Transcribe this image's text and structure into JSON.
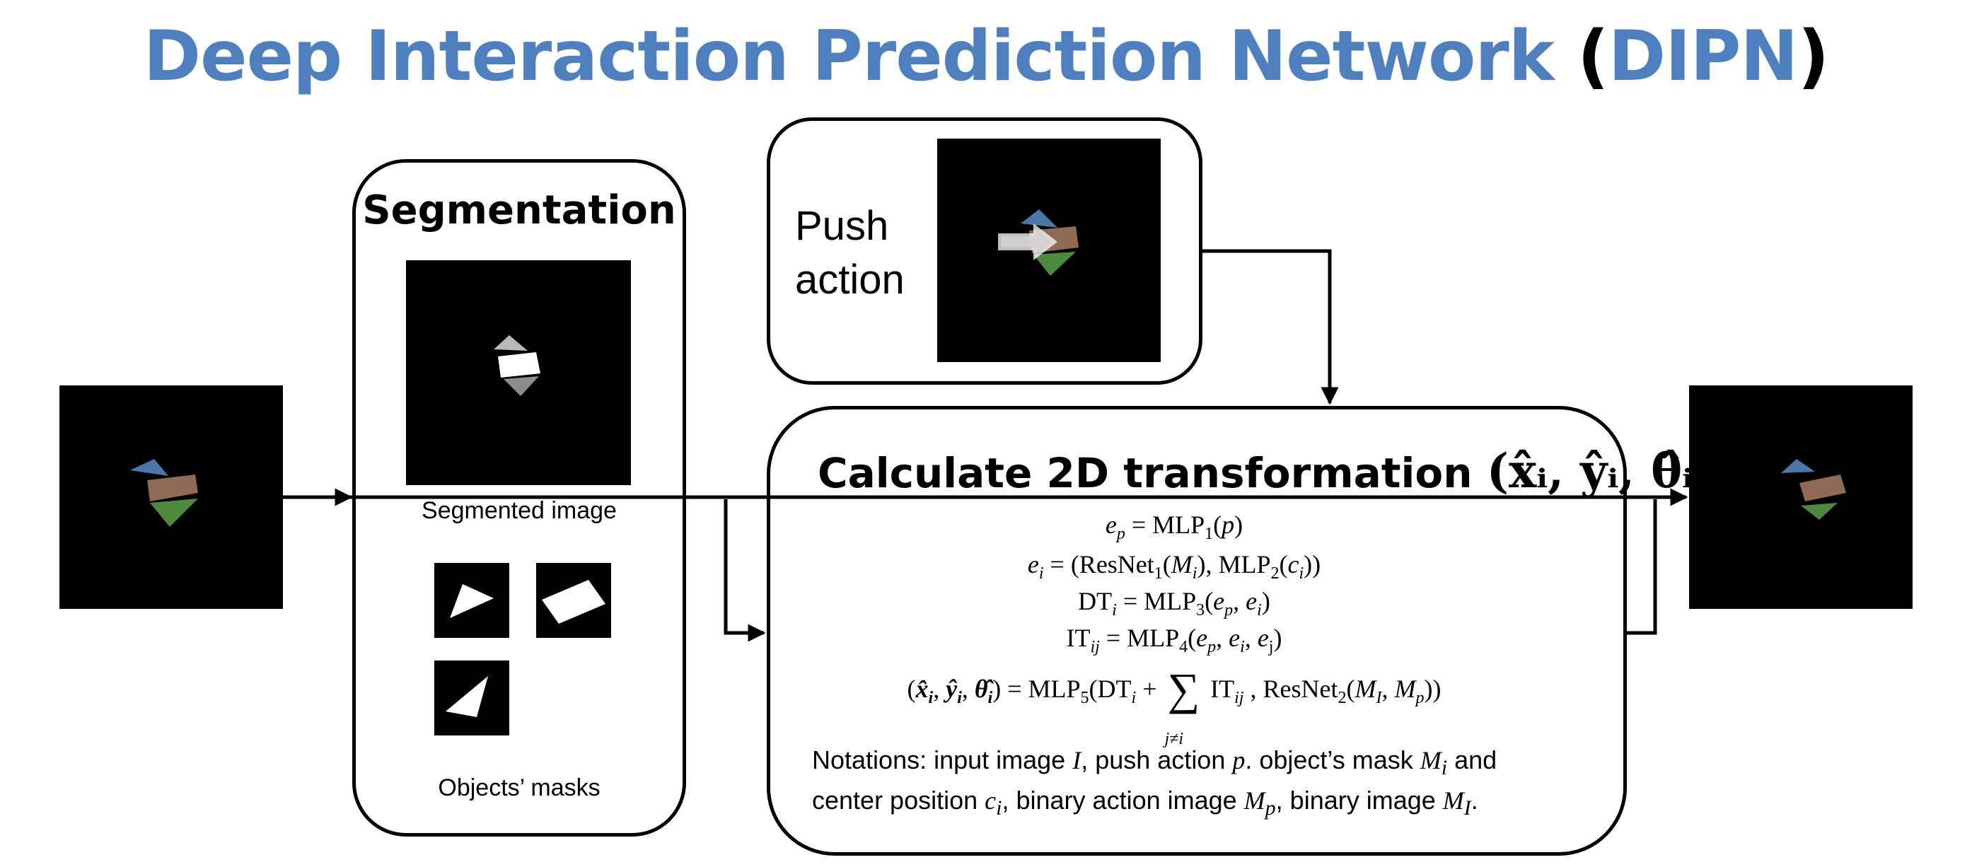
{
  "title": {
    "main": "Deep Interaction Prediction Network",
    "open_paren": "(",
    "abbrev": "DIPN",
    "close_paren": ")"
  },
  "colors": {
    "title_blue": "#4e7fbe",
    "object_blue": "#4a77a8",
    "object_brown": "#8f6a55",
    "object_green": "#4d8a3e"
  },
  "segmentation": {
    "title": "Segmentation",
    "segmented_caption": "Segmented image",
    "masks_caption": "Objects’ masks"
  },
  "push": {
    "label_line1": "Push",
    "label_line2": "action"
  },
  "calculate": {
    "title": "Calculate 2D transformation",
    "symbols": "(x̂ᵢ, ŷᵢ, θ̂ᵢ)",
    "equations": {
      "eq1": "e_p = MLP_1(p)",
      "eq2": "e_i = (ResNet_1(M_i), MLP_2(c_i))",
      "eq3": "DT_i = MLP_3(e_p, e_i)",
      "eq4": "IT_ij = MLP_4(e_p, e_i, e_j)",
      "eq5": "(x̂_i, ŷ_i, θ̂_i) = MLP_5(DT_i + Σ_{j≠i} IT_ij , ResNet_2(M_I, M_p))"
    },
    "notes_line1": "Notations: input image I, push action p. object’s mask M_i and",
    "notes_line2": "center position c_i, binary action image M_p, binary image M_I."
  }
}
